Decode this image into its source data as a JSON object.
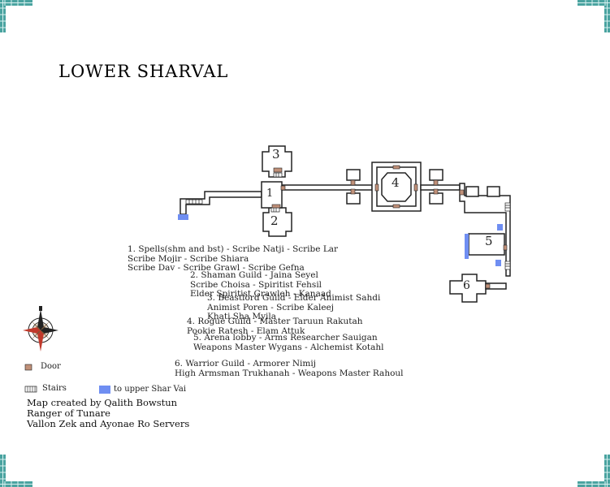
{
  "title": "LOWER SHARVAL",
  "rooms": [
    {
      "id": "room-1",
      "label": "1"
    },
    {
      "id": "room-2",
      "label": "2"
    },
    {
      "id": "room-3",
      "label": "3"
    },
    {
      "id": "room-4",
      "label": "4"
    },
    {
      "id": "room-5",
      "label": "5"
    },
    {
      "id": "room-6",
      "label": "6"
    }
  ],
  "locations": [
    [
      "1. Spells(shm and bst) - Scribe Natji - Scribe Lar",
      "Scribe Mojir - Scribe Shiara",
      "Scribe Dav - Scribe Grawl - Scribe Gefna"
    ],
    [
      "2. Shaman Guild - Jaina Seyel",
      "Scribe Choisa - Spiritist Fehsil",
      "Elder Spiritist Grawleh - Kanaad"
    ],
    [
      "3. Beastlord Guild - Elder Animist Sahdi",
      "Animist Poren - Scribe Kaleej",
      "Khati Sha Myila"
    ],
    [
      "4. Rogue Guild - Master Taruun Rakutah",
      "Pookie Ratesh - Elam Attuk"
    ],
    [
      "5. Arena lobby - Arms Researcher Sauigan",
      "Weapons Master Wygans - Alchemist Kotahl"
    ],
    [
      "6. Warrior Guild - Armorer Nimij",
      "High Armsman Trukhanah - Weapons Master Rahoul"
    ]
  ],
  "legend": {
    "door": "Door",
    "stairs": "Stairs",
    "upper": "to upper Shar Vai"
  },
  "credits": [
    "Map created by Qalith Bowstun",
    "Ranger of Tunare",
    "Vallon Zek and Ayonae Ro Servers"
  ],
  "colors": {
    "door": "#c09078",
    "stairs": "#ffffff",
    "upper": "#6f8ef2",
    "wall": "#222222",
    "border": "#4aa3a0"
  },
  "icons": {
    "compass": "compass-rose-icon",
    "corner": "brick-corner-icon"
  }
}
